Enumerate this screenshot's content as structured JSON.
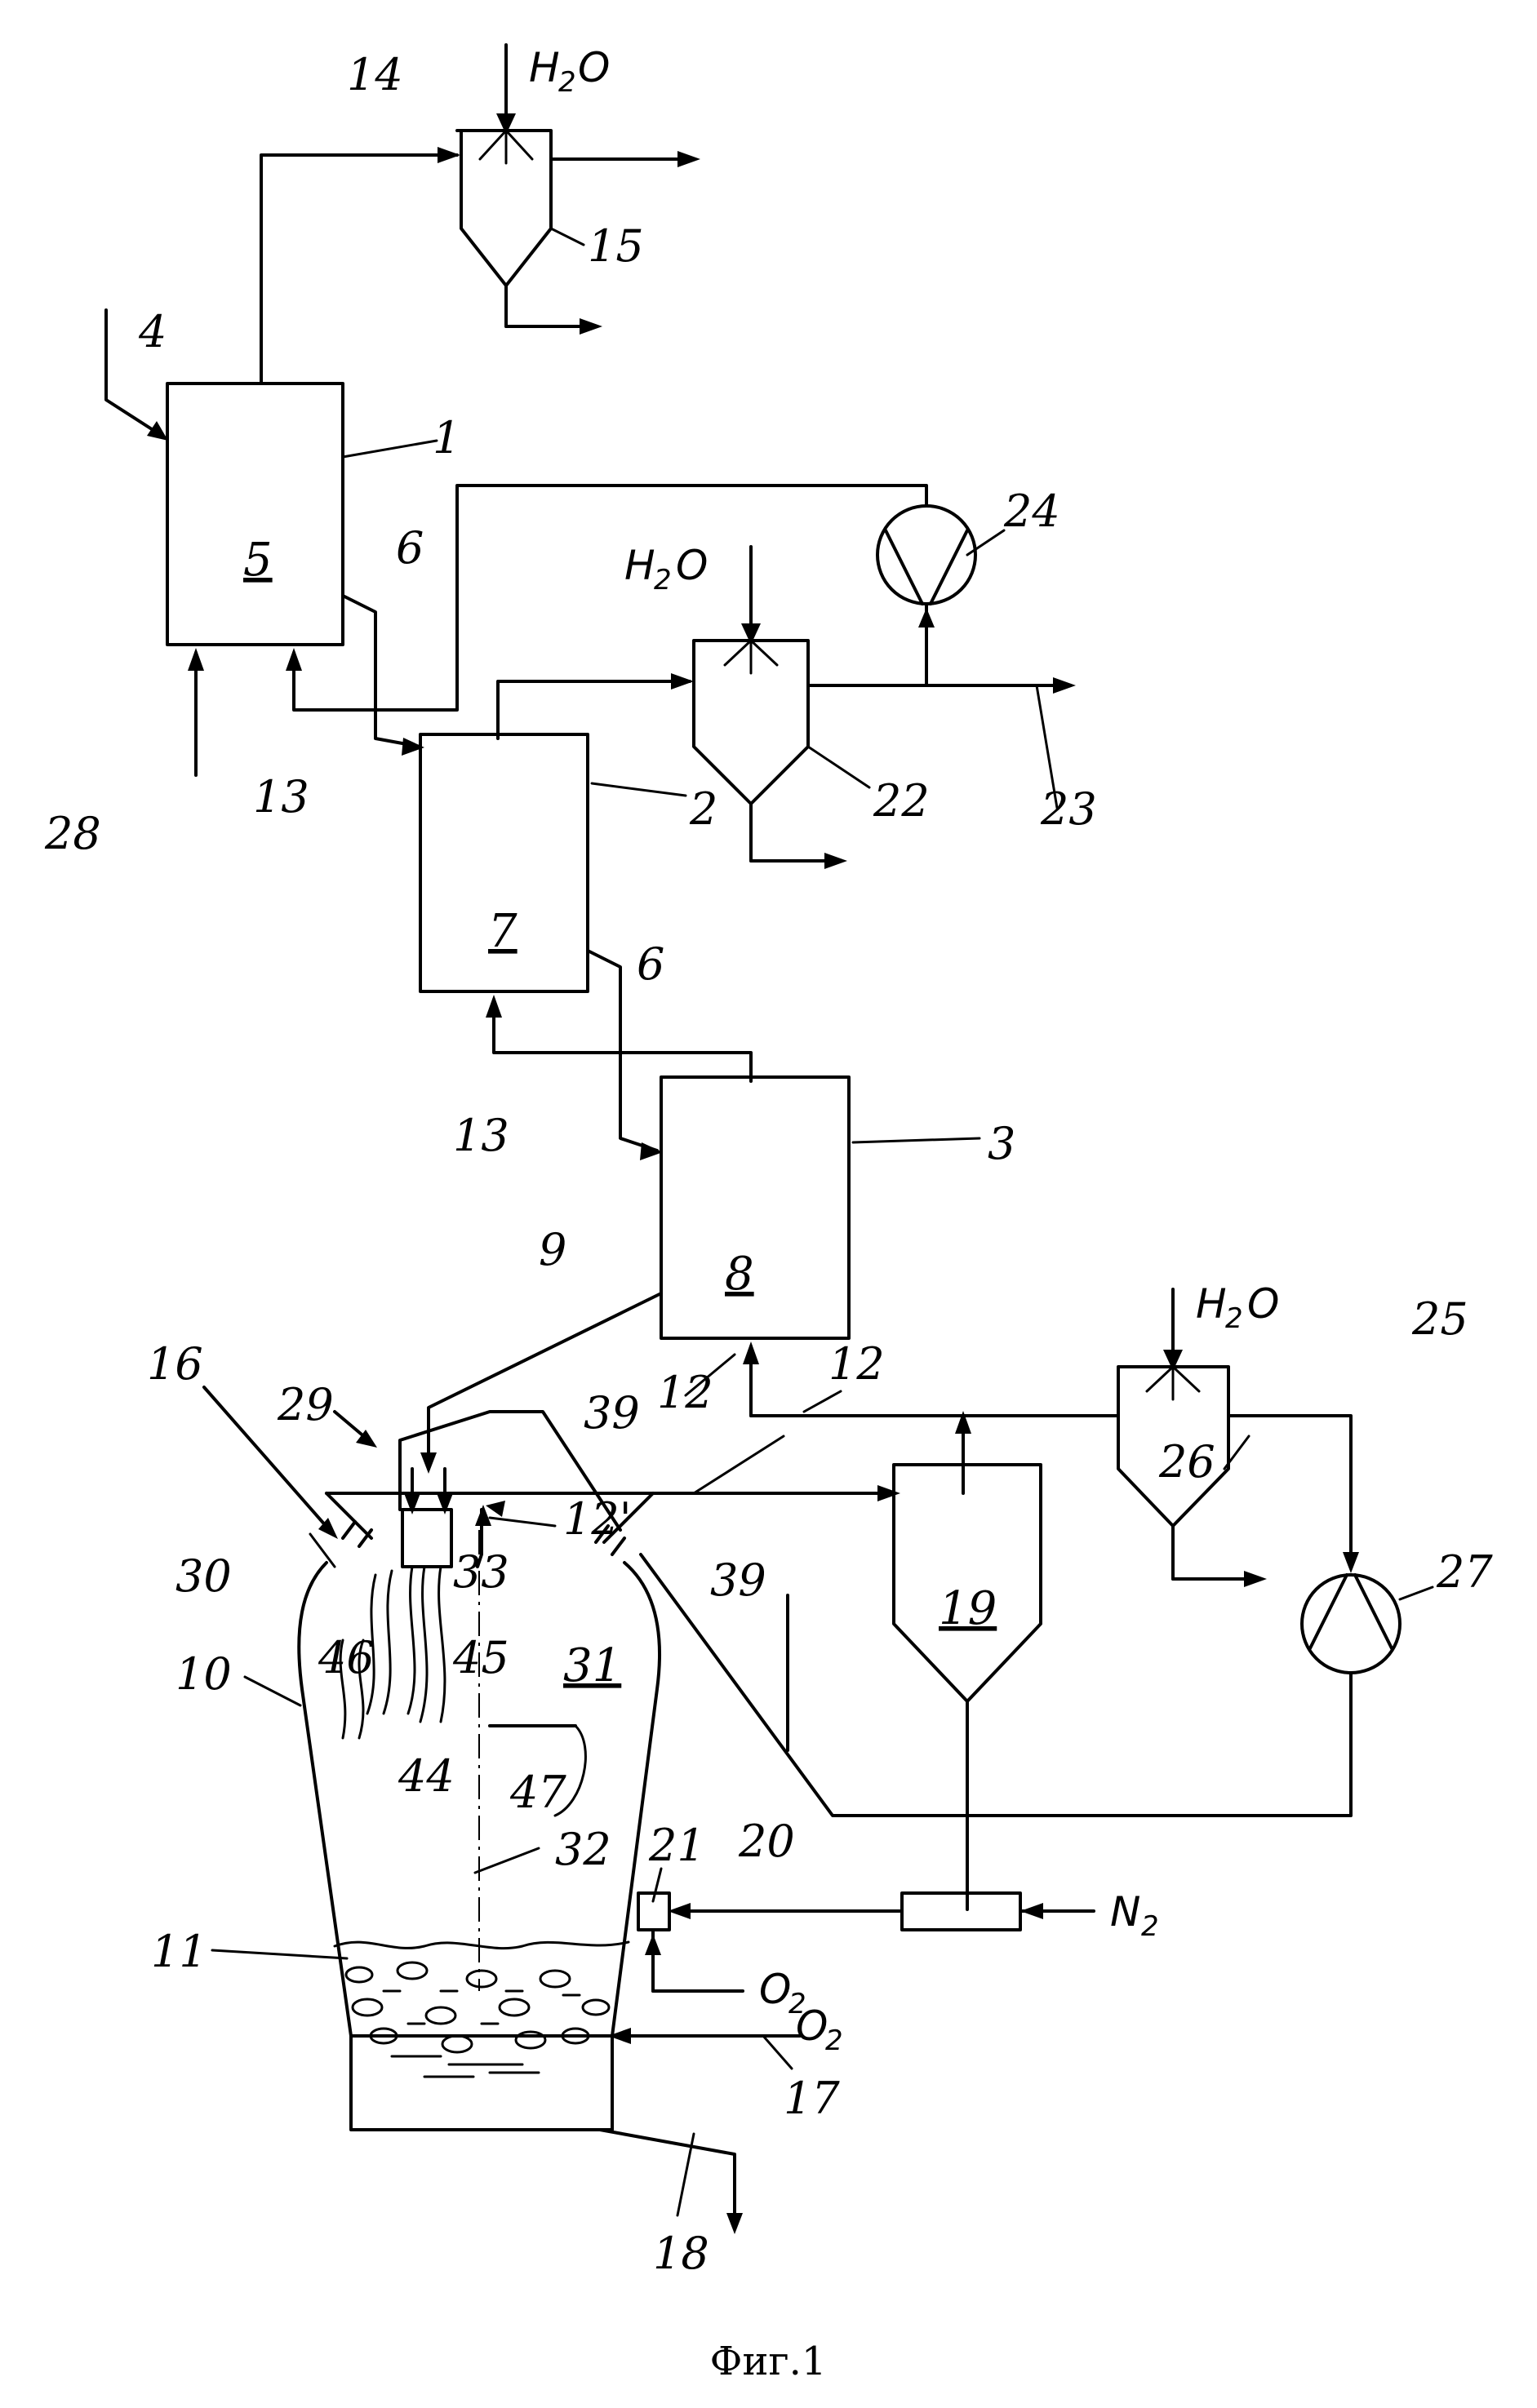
{
  "caption": "Фиг.1",
  "labels": {
    "l1": "1",
    "l2": "2",
    "l3": "3",
    "l4": "4",
    "l5": "5",
    "l6a": "6",
    "l6b": "6",
    "l7": "7",
    "l8": "8",
    "l9": "9",
    "l10": "10",
    "l11": "11",
    "l12a": "12",
    "l12b": "12",
    "l12p": "12'",
    "l13a": "13",
    "l13b": "13",
    "l14": "14",
    "l15": "15",
    "l16": "16",
    "l17": "17",
    "l18": "18",
    "l19": "19",
    "l20": "20",
    "l21": "21",
    "l22": "22",
    "l23": "23",
    "l24": "24",
    "l25": "25",
    "l26": "26",
    "l27": "27",
    "l28": "28",
    "l29": "29",
    "l30": "30",
    "l31": "31",
    "l32": "32",
    "l33": "33",
    "l39a": "39",
    "l39b": "39",
    "l44": "44",
    "l45": "45",
    "l46": "46",
    "l47": "47"
  },
  "media": {
    "h2o_main": "H",
    "h2o_sub": "2",
    "h2o_tail": "O",
    "o2_main": "O",
    "o2_sub": "2",
    "n2_main": "N",
    "n2_sub": "2"
  }
}
